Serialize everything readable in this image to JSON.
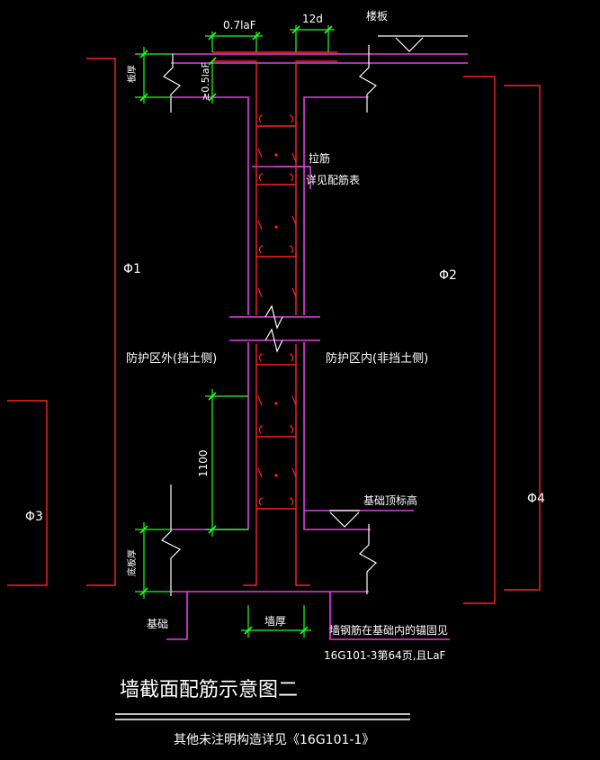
{
  "dim": {
    "anchor_07": "0.7laF",
    "anchor_12d": "12d",
    "anchor_05": "≥0.5laF",
    "height_1100": "1100",
    "wall_thk": "墙厚",
    "slab_thk": "板厚",
    "base_thk": "底板厚"
  },
  "labels": {
    "slab": "楼板",
    "tie_bar_1": "拉筋",
    "tie_bar_2": "详见配筋表",
    "outside": "防护区外(挡土侧)",
    "inside": "防护区内(非挡土侧)",
    "base_elev": "基础顶标高",
    "foundation": "基础",
    "anchor_note_1": "墙钢筋在基础内的锚固见",
    "anchor_note_2": "16G101-3第64页,且LaF",
    "phi1": "Φ1",
    "phi2": "Φ2",
    "phi3": "Φ3",
    "phi4": "Φ4"
  },
  "title": {
    "main": "墙截面配筋示意图二",
    "note": "其他未注明构造详见《16G101-1》"
  },
  "colors": {
    "wall": "#e040e0",
    "rebar": "#ff2020",
    "dim": "#20ff20",
    "text": "#ffffff",
    "phi_line": "#ff2020"
  }
}
